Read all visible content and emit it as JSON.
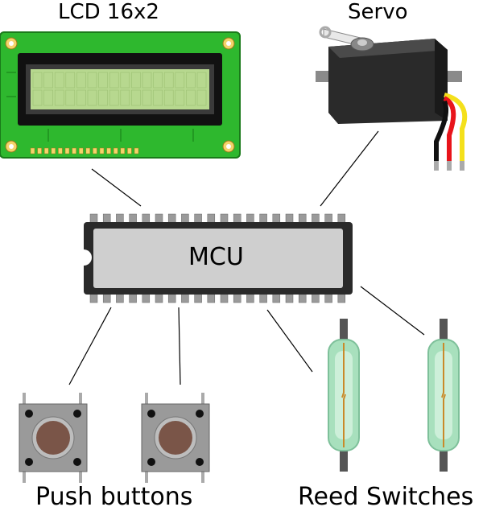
{
  "labels": {
    "lcd": "LCD 16x2",
    "servo": "Servo",
    "mcu": "MCU",
    "push_buttons": "Push buttons",
    "reed_switches": "Reed Switches"
  },
  "colors": {
    "pcb": "#2eb82e",
    "lcd_screen": "#b7d88f",
    "servo_body": "#2a2a2a",
    "chip_body": "#cfcfcf",
    "button_cap": "#7a5548",
    "reed_glass": "#a8e0bd",
    "wire_black": "#111111",
    "wire_red": "#e8141b",
    "wire_yellow": "#f4e01b"
  },
  "icons": [
    "lcd-module-icon",
    "servo-motor-icon",
    "microcontroller-chip-icon",
    "push-button-icon",
    "reed-switch-icon"
  ]
}
